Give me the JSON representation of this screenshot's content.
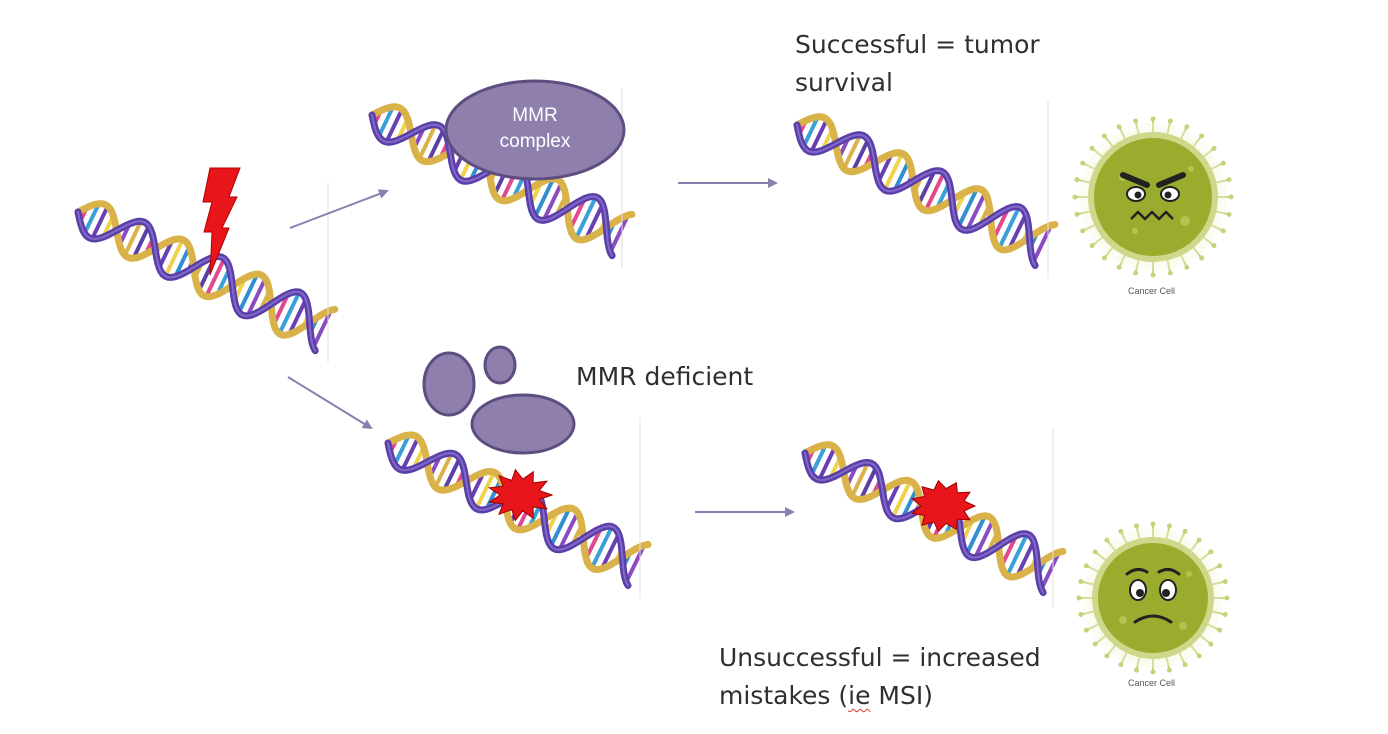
{
  "labels": {
    "mmr_complex_line1": "MMR",
    "mmr_complex_line2": "complex",
    "successful_line1": "Successful = tumor",
    "successful_line2": "survival",
    "mmr_deficient": "MMR deficient",
    "unsuccessful_line1": "Unsuccessful = increased",
    "unsuccessful_line2_a": "mistakes (",
    "unsuccessful_line2_b": "ie",
    "unsuccessful_line2_c": " MSI)",
    "cancer_cell_top": "Cancer Cell",
    "cancer_cell_bottom": "Cancer Cell"
  },
  "colors": {
    "arrow": "#8a7fae",
    "mmr_protein": "#8e7fac",
    "mmr_protein_stroke": "#5e4d80",
    "damage": "#e8161a",
    "backbone_purple": "#5b3fa8",
    "backbone_gold": "#d9b24a",
    "cell_green": "#9aab2e",
    "cell_glow": "#e5eab0"
  },
  "icons": [
    "dna-helix-icon",
    "lightning-bolt-icon",
    "damage-burst-icon",
    "cancer-cell-angry-icon",
    "cancer-cell-worried-icon"
  ]
}
